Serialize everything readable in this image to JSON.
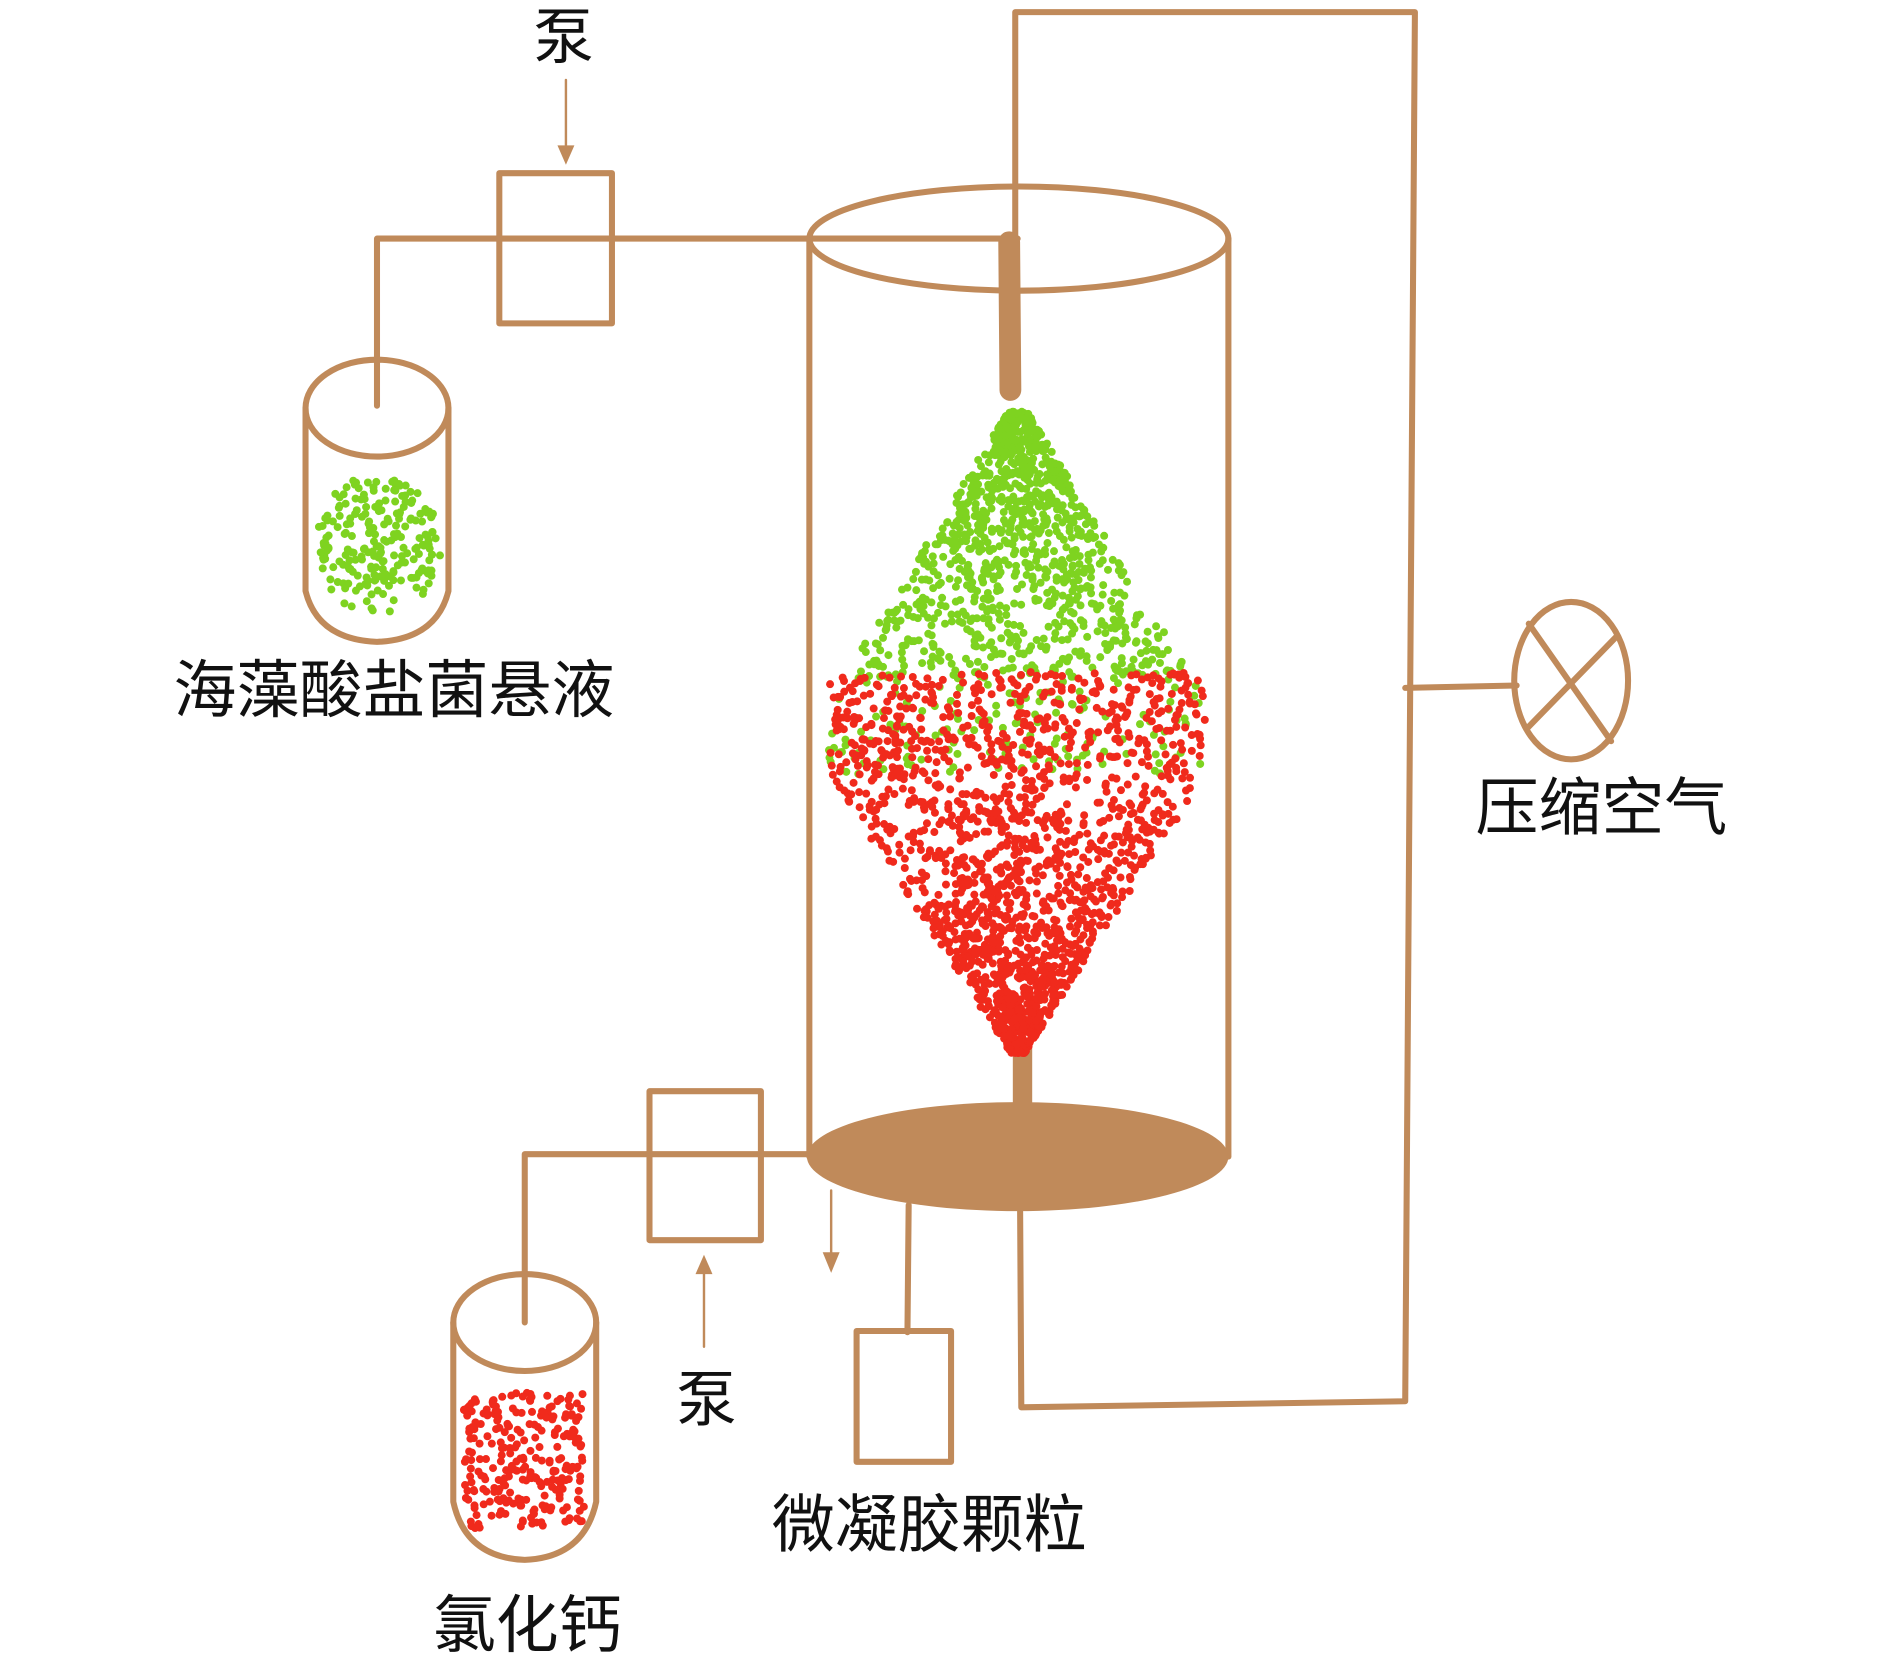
{
  "labels": {
    "pump_top": "泵",
    "alginate_suspension": "海藻酸盐菌悬液",
    "compressed_air": "压缩空气",
    "pump_bottom": "泵",
    "microgel_particles": "微凝胶颗粒",
    "calcium_chloride": "氯化钙"
  },
  "colors": {
    "apparatus": "#c08a5a",
    "alginate_droplets": "#7ed320",
    "gel_particles": "#f02a1c",
    "text": "#111111"
  },
  "icons": {
    "valve": "circle-x-valve-icon",
    "flow_arrow": "arrow-icon"
  }
}
